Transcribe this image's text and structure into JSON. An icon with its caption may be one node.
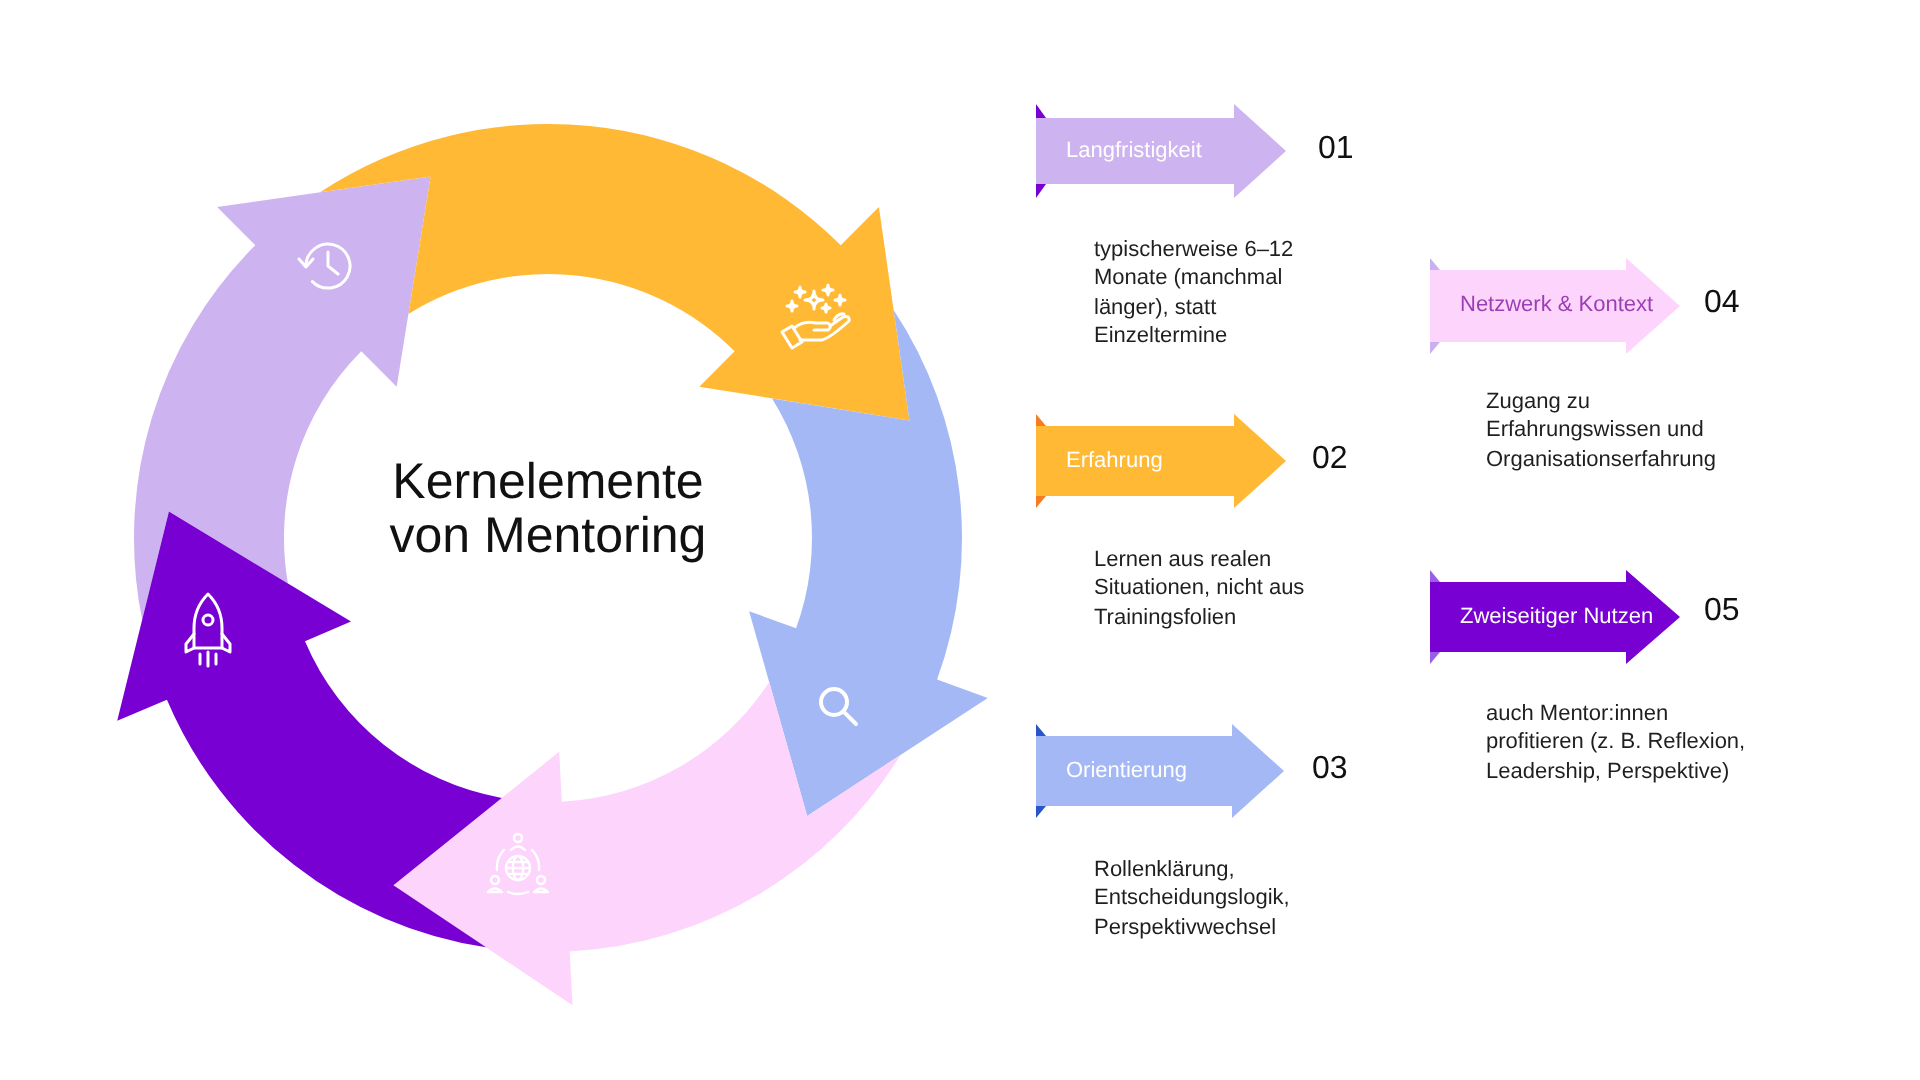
{
  "diagram": {
    "title": "Kernelemente von Mentoring",
    "nodes": [
      {
        "text": [],
        "shape": "arrow"
      },
      {
        "text": [],
        "shape": "arrow"
      },
      {
        "text": [],
        "shape": "arrow"
      },
      {
        "text": [],
        "shape": "arrow"
      },
      {
        "text": [],
        "shape": "arrow"
      },
      {
        "text": [
          "Langfristigkeit"
        ],
        "beside": [
          "01",
          "typischerweise 6–12 Monate (manchmal länger), statt Einzeltermine"
        ]
      },
      {
        "text": [
          "Erfahrung"
        ],
        "beside": [
          "02",
          "Lernen aus realen Situationen, nicht aus Trainingsfolien"
        ]
      },
      {
        "text": [
          "Orientierung"
        ],
        "beside": [
          "03",
          "Rollenklärung, Entscheidungslogik, Perspektivwechsel"
        ]
      },
      {
        "text": [
          "Netzwerk & Kontext"
        ],
        "beside": [
          "04",
          "Zugang zu Erfahrungswissen und Organisationserfahrung"
        ]
      },
      {
        "text": [
          "Zweiseitiger Nutzen"
        ],
        "beside": [
          "05",
          "auch Mentor:innen profitieren (z. B. Reflexion, Leadership, Perspektive)"
        ]
      }
    ]
  }
}
